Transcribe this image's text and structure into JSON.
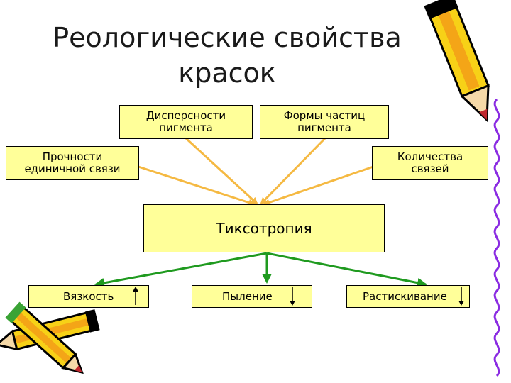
{
  "title_line1": "Реологические свойства",
  "title_line2": "красок",
  "factors": {
    "dispersity": {
      "line1": "Дисперсности",
      "line2": "пигмента"
    },
    "particle_shape": {
      "line1": "Формы частиц",
      "line2": "пигмента"
    },
    "bond_strength": {
      "line1": "Прочности",
      "line2": "единичной связи"
    },
    "bond_count": {
      "line1": "Количества",
      "line2": "связей"
    }
  },
  "center": "Тиксотропия",
  "effects": [
    {
      "label": "Вязкость",
      "trend": "up"
    },
    {
      "label": "Пыление",
      "trend": "down"
    },
    {
      "label": "Растискивание",
      "trend": "down"
    }
  ],
  "colors": {
    "box_fill": "#ffff99",
    "input_arrows": "#f5b942",
    "output_arrows": "#1f9a1f"
  }
}
